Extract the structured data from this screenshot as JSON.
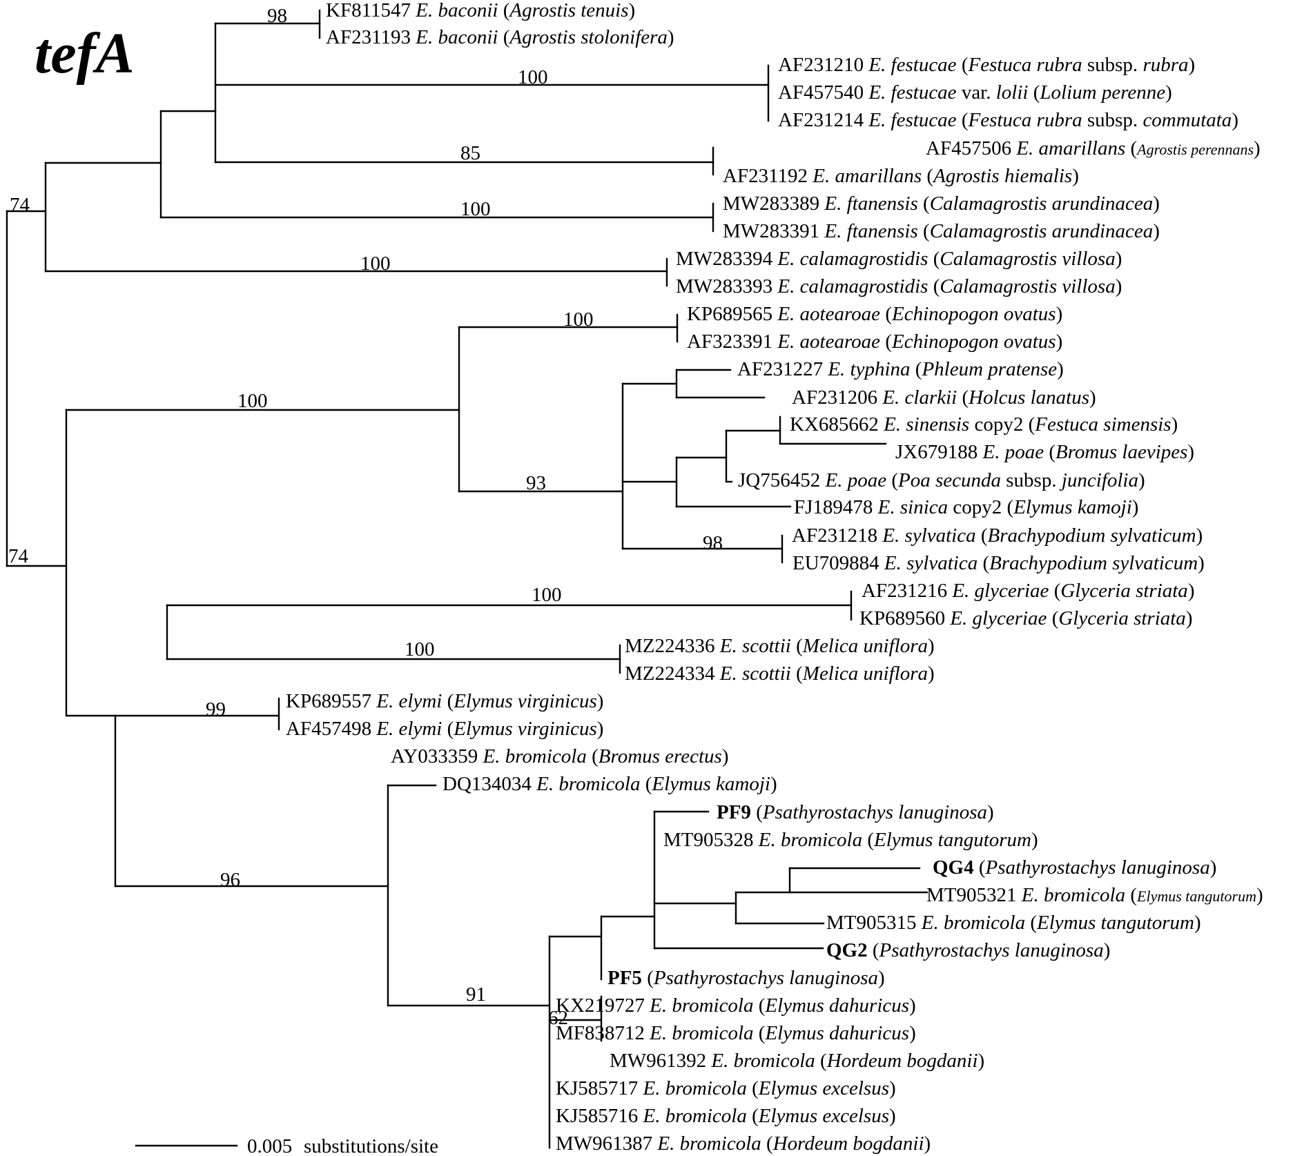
{
  "title": "tefA",
  "scale_bar": {
    "value": "0.005",
    "unit": "substitutions/site"
  },
  "bootstrap_values": [
    "98",
    "100",
    "85",
    "100",
    "74",
    "100",
    "100",
    "100",
    "93",
    "98",
    "74",
    "100",
    "100",
    "99",
    "96",
    "91",
    "62"
  ],
  "taxa": [
    {
      "acc": "KF811547",
      "sp": "E. baconii",
      "host": "Agrostis tenuis"
    },
    {
      "acc": "AF231193",
      "sp": "E. baconii",
      "host": "Agrostis stolonifera"
    },
    {
      "acc": "AF231210",
      "sp": "E. festucae",
      "host": "Festuca rubra",
      "sub": "rubra"
    },
    {
      "acc": "AF457540",
      "sp": "E. festucae",
      "var": "lolii",
      "host": "Lolium perenne"
    },
    {
      "acc": "AF231214",
      "sp": "E. festucae",
      "host": "Festuca rubra",
      "sub": "commutata"
    },
    {
      "acc": "AF457506",
      "sp": "E. amarillans",
      "host": "Agrostis perennans"
    },
    {
      "acc": "AF231192",
      "sp": "E. amarillans",
      "host": "Agrostis hiemalis"
    },
    {
      "acc": "MW283389",
      "sp": "E. ftanensis",
      "host": "Calamagrostis arundinacea"
    },
    {
      "acc": "MW283391",
      "sp": "E. ftanensis",
      "host": "Calamagrostis arundinacea"
    },
    {
      "acc": "MW283394",
      "sp": "E. calamagrostidis",
      "host": "Calamagrostis villosa"
    },
    {
      "acc": "MW283393",
      "sp": "E. calamagrostidis",
      "host": "Calamagrostis villosa"
    },
    {
      "acc": "KP689565",
      "sp": "E. aotearoae",
      "host": "Echinopogon ovatus"
    },
    {
      "acc": "AF323391",
      "sp": "E. aotearoae",
      "host": "Echinopogon ovatus"
    },
    {
      "acc": "AF231227",
      "sp": "E. typhina",
      "host": "Phleum pratense"
    },
    {
      "acc": "AF231206",
      "sp": "E. clarkii",
      "host": "Holcus lanatus"
    },
    {
      "acc": "KX685662",
      "sp": "E. sinensis",
      "copy": "copy2",
      "host": "Festuca simensis"
    },
    {
      "acc": "JX679188",
      "sp": "E. poae",
      "host": "Bromus laevipes"
    },
    {
      "acc": "JQ756452",
      "sp": "E. poae",
      "host": "Poa secunda",
      "sub": "juncifolia"
    },
    {
      "acc": "FJ189478",
      "sp": "E. sinica",
      "copy": "copy2",
      "host": "Elymus kamoji"
    },
    {
      "acc": "AF231218",
      "sp": "E. sylvatica",
      "host": "Brachypodium sylvaticum"
    },
    {
      "acc": "EU709884",
      "sp": "E. sylvatica",
      "host": "Brachypodium sylvaticum"
    },
    {
      "acc": "AF231216",
      "sp": "E. glyceriae",
      "host": "Glyceria striata"
    },
    {
      "acc": "KP689560",
      "sp": "E. glyceriae",
      "host": "Glyceria striata"
    },
    {
      "acc": "MZ224336",
      "sp": "E. scottii",
      "host": "Melica uniflora"
    },
    {
      "acc": "MZ224334",
      "sp": "E. scottii",
      "host": "Melica uniflora"
    },
    {
      "acc": "KP689557",
      "sp": "E. elymi",
      "host": "Elymus virginicus"
    },
    {
      "acc": "AF457498",
      "sp": "E. elymi",
      "host": "Elymus virginicus"
    },
    {
      "acc": "AY033359",
      "sp": "E. bromicola",
      "host": "Bromus erectus"
    },
    {
      "acc": "DQ134034",
      "sp": "E. bromicola",
      "host": "Elymus kamoji"
    },
    {
      "strain": "PF9",
      "host": "Psathyrostachys lanuginosa"
    },
    {
      "acc": "MT905328",
      "sp": "E. bromicola",
      "host": "Elymus tangutorum"
    },
    {
      "strain": "QG4",
      "host": "Psathyrostachys lanuginosa"
    },
    {
      "acc": "MT905321",
      "sp": "E. bromicola",
      "host": "Elymus tangutorum"
    },
    {
      "acc": "MT905315",
      "sp": "E. bromicola",
      "host": "Elymus tangutorum"
    },
    {
      "strain": "QG2",
      "host": "Psathyrostachys lanuginosa"
    },
    {
      "strain": "PF5",
      "host": "Psathyrostachys lanuginosa"
    },
    {
      "acc": "KX219727",
      "sp": "E. bromicola",
      "host": "Elymus dahuricus"
    },
    {
      "acc": "MF838712",
      "sp": "E. bromicola",
      "host": "Elymus dahuricus"
    },
    {
      "acc": "MW961392",
      "sp": "E. bromicola",
      "host": "Hordeum bogdanii"
    },
    {
      "acc": "KJ585717",
      "sp": "E. bromicola",
      "host": "Elymus excelsus"
    },
    {
      "acc": "KJ585716",
      "sp": "E. bromicola",
      "host": "Elymus excelsus"
    },
    {
      "acc": "MW961387",
      "sp": "E. bromicola",
      "host": "Hordeum bogdanii"
    }
  ]
}
